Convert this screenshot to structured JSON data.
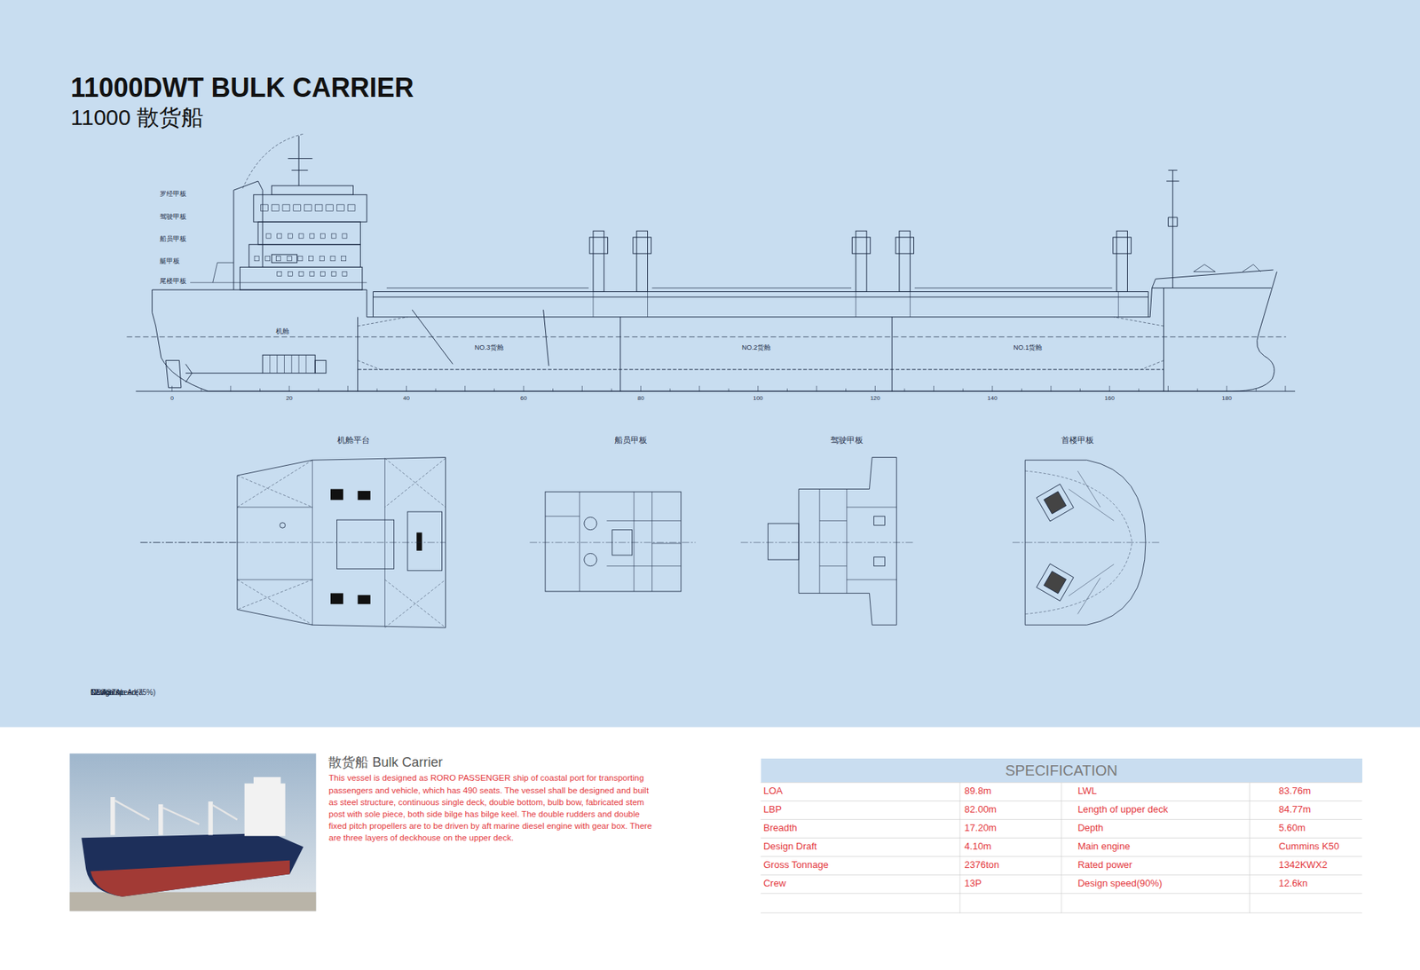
{
  "diagram": {
    "title": "11000DWT BULK CARRIER",
    "nodes": [
      {
        "text": [
          "SPECIFICATION"
        ]
      }
    ],
    "labels": [
      "11000 散货船",
      "罗经甲板",
      "驾驶甲板",
      "船员甲板",
      "艇甲板",
      "尾楼甲板",
      "机舱",
      "NO.3货舱",
      "NO.2货舱",
      "NO.1货舱",
      "0",
      "20",
      "40",
      "60",
      "80",
      "100",
      "120",
      "140",
      "160",
      "180",
      "机舱平台",
      "船员甲板",
      "驾驶甲板",
      "首楼甲板",
      "散货船 Bulk Carrier",
      "This vessel is designed as RORO PASSENGER ship of coastal port for transporting passengers and vehicle, which has 490 seats. The vessel shall be designed and built as steel structure, continuous single deck, double bottom, bulb bow, fabricated stem post with sole piece, both side bilge has bilge keel. The double rudders and double fixed pitch propellers are to be driven by aft marine diesel engine with gear box. There are three layers of deckhouse on the upper deck.",
      "LOA",
      "89.8m",
      "LWL",
      "83.76m",
      "LBP",
      "82.00m",
      "Length of upper deck",
      "84.77m",
      "Breadth",
      "17.20m",
      "Depth",
      "5.60m",
      "Design Draft",
      "4.10m",
      "Main engine",
      "Cummins K50",
      "Gross Tonnage",
      "2376ton",
      "Rated power",
      "1342KWX2",
      "Crew",
      "13P",
      "Design speed(90%)",
      "12.6kn",
      "Navigation Area",
      "COASTAL",
      "Design speed(75%)",
      "12.3kn"
    ]
  }
}
